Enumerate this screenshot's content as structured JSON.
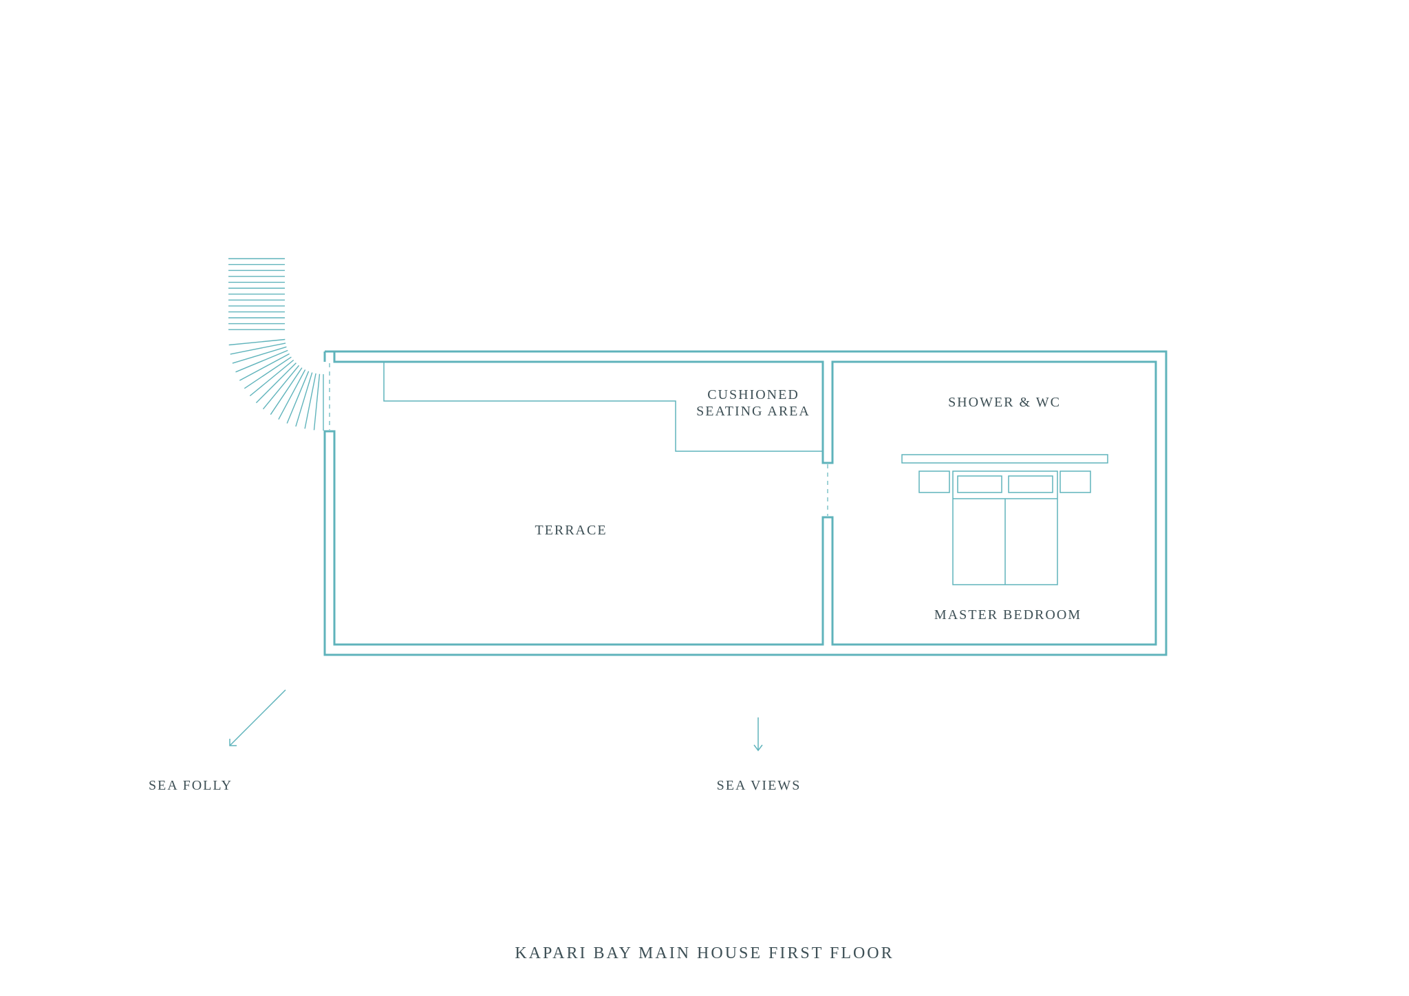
{
  "colors": {
    "line": "#5fb3bb",
    "text": "#3d4f55",
    "background": "#ffffff"
  },
  "rooms": {
    "cushioned_seating": [
      "CUSHIONED",
      "SEATING AREA"
    ],
    "shower_wc": "SHOWER & WC",
    "terrace": "TERRACE",
    "master_bedroom": "MASTER BEDROOM"
  },
  "directions": {
    "sea_folly": "SEA FOLLY",
    "sea_views": "SEA VIEWS"
  },
  "title": "KAPARI BAY MAIN HOUSE FIRST FLOOR"
}
